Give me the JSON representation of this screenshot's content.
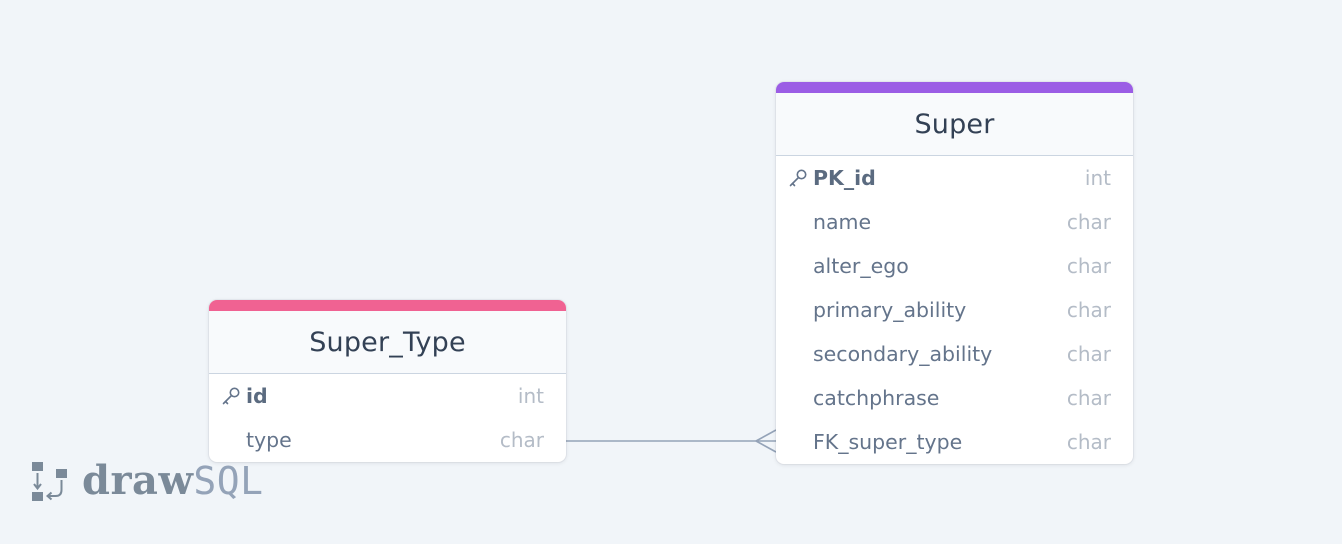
{
  "colors": {
    "canvas_bg": "#f1f5f9",
    "super_type_accent": "#f06292",
    "super_accent": "#9b5de5",
    "relation_line": "#94a3b8"
  },
  "tables": {
    "super_type": {
      "name": "Super_Type",
      "columns": [
        {
          "name": "id",
          "type": "int",
          "primary_key": true
        },
        {
          "name": "type",
          "type": "char",
          "primary_key": false
        }
      ]
    },
    "super": {
      "name": "Super",
      "columns": [
        {
          "name": "PK_id",
          "type": "int",
          "primary_key": true
        },
        {
          "name": "name",
          "type": "char",
          "primary_key": false
        },
        {
          "name": "alter_ego",
          "type": "char",
          "primary_key": false
        },
        {
          "name": "primary_ability",
          "type": "char",
          "primary_key": false
        },
        {
          "name": "secondary_ability",
          "type": "char",
          "primary_key": false
        },
        {
          "name": "catchphrase",
          "type": "char",
          "primary_key": false
        },
        {
          "name": "FK_super_type",
          "type": "char",
          "primary_key": false
        }
      ]
    }
  },
  "relations": [
    {
      "from": "Super_Type.type",
      "to": "Super.FK_super_type",
      "cardinality": "one-to-many"
    }
  ],
  "brand": {
    "bold_text": "draw",
    "light_text": "SQL",
    "icon": "drawsql-logo-icon"
  }
}
